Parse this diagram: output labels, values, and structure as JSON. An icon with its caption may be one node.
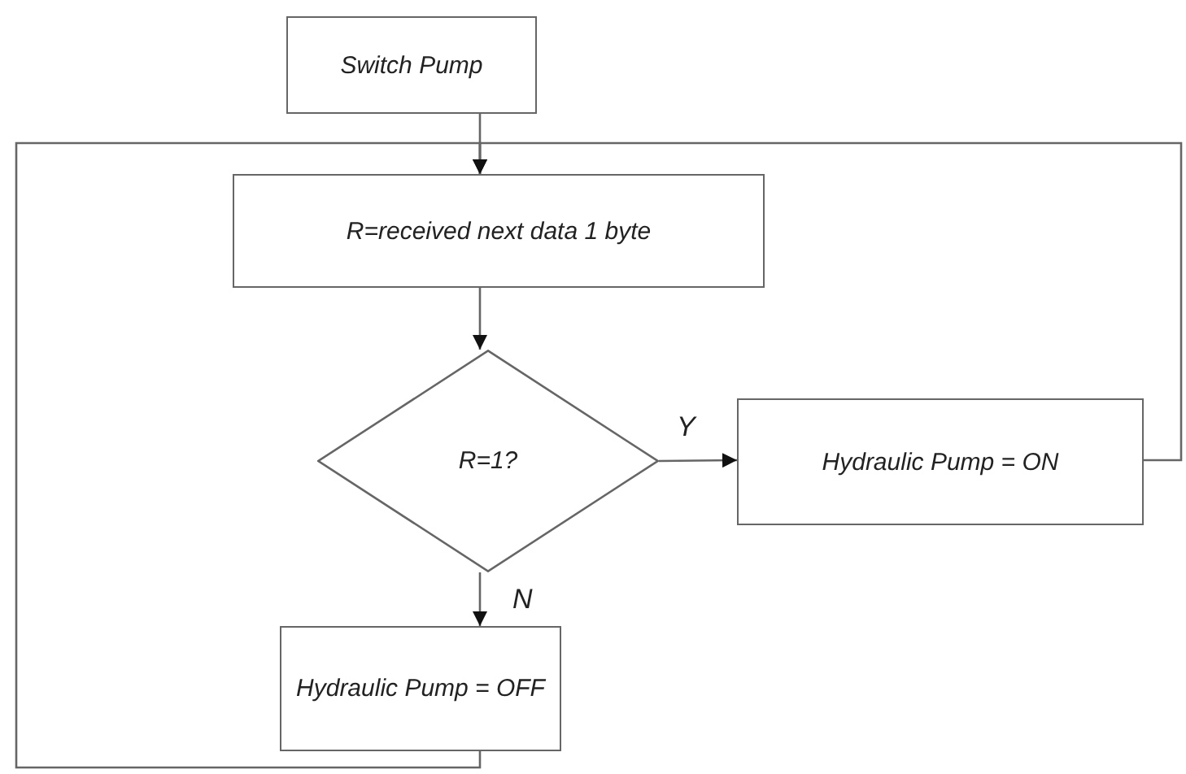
{
  "diagram": {
    "nodes": [
      {
        "text": [
          "Switch Pump"
        ]
      },
      {
        "text": [
          "R=received next data 1 byte"
        ]
      },
      {
        "text": [
          "R=1?"
        ]
      },
      {
        "text": [
          "Hydraulic Pump = ON"
        ]
      },
      {
        "text": [
          "Hydraulic Pump = OFF"
        ]
      }
    ],
    "edges": [
      {
        "from": 0,
        "to": 1,
        "arrow": "to"
      },
      {
        "from": 1,
        "to": 2,
        "arrow": "to"
      },
      {
        "from": 2,
        "to": 3,
        "arrow": "to",
        "label": "Y"
      },
      {
        "from": 2,
        "to": 4,
        "arrow": "to",
        "label": "N"
      },
      {
        "from": 3,
        "to": 1,
        "arrow": "to"
      },
      {
        "from": 4,
        "to": 1,
        "arrow": "to"
      }
    ]
  }
}
